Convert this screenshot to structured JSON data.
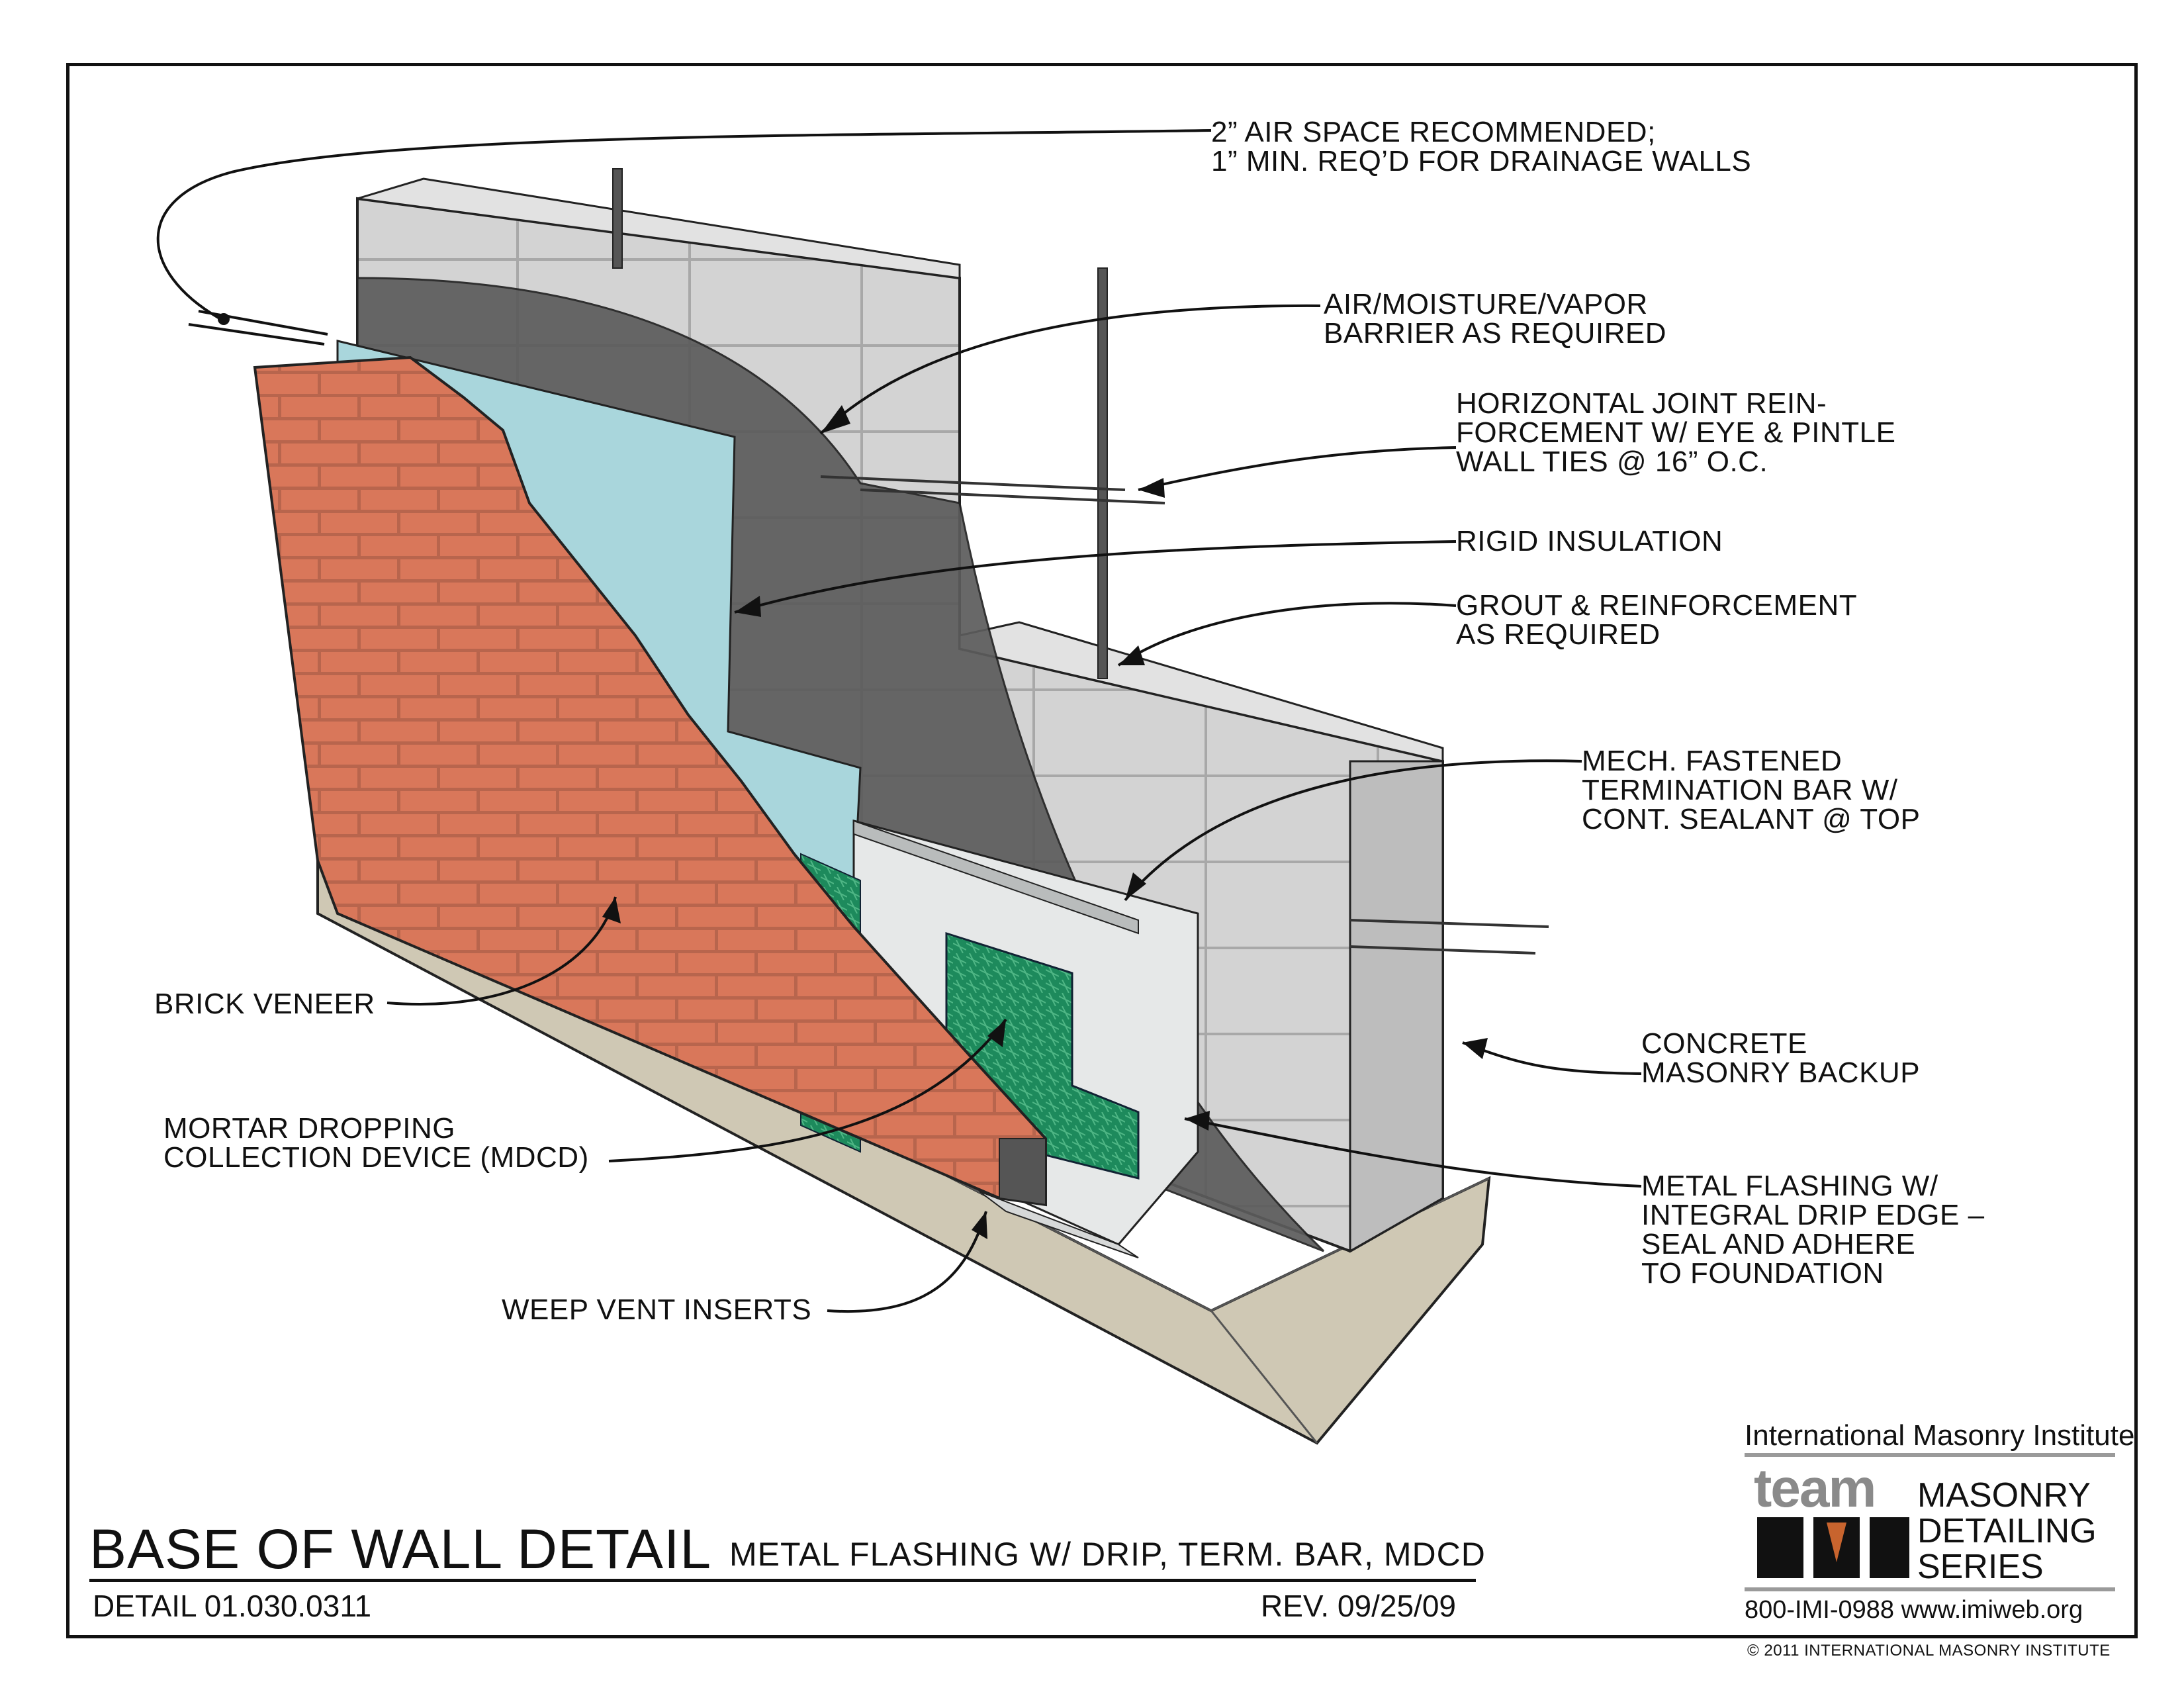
{
  "labels": {
    "air_space": "2” AIR SPACE RECOMMENDED;\n1” MIN. REQ’D FOR DRAINAGE WALLS",
    "barrier": "AIR/MOISTURE/VAPOR\nBARRIER AS REQUIRED",
    "joint_reinforcement": "HORIZONTAL JOINT REIN-\nFORCEMENT W/ EYE & PINTLE\nWALL TIES @ 16” O.C.",
    "rigid_insulation": "RIGID INSULATION",
    "grout": "GROUT & REINFORCEMENT\nAS REQUIRED",
    "termination_bar": "MECH. FASTENED\nTERMINATION BAR W/\nCONT. SEALANT @ TOP",
    "brick_veneer": "BRICK VENEER",
    "concrete_backup": "CONCRETE\nMASONRY BACKUP",
    "mdcd": "MORTAR DROPPING\nCOLLECTION DEVICE (MDCD)",
    "metal_flashing": "METAL FLASHING W/\nINTEGRAL DRIP EDGE –\nSEAL AND ADHERE\nTO FOUNDATION",
    "weep_vent": "WEEP VENT INSERTS"
  },
  "title_block": {
    "title": "BASE OF WALL DETAIL",
    "subtitle": "METAL FLASHING W/ DRIP, TERM. BAR, MDCD",
    "detail_number": "DETAIL 01.030.0311",
    "revision": "REV. 09/25/09"
  },
  "logo": {
    "organization": "International Masonry Institute",
    "team_word": "team",
    "series": "MASONRY\nDETAILING\nSERIES",
    "contact": "800-IMI-0988  www.imiweb.org",
    "copyright": "© 2011 INTERNATIONAL  MASONRY INSTITUTE"
  },
  "colors": {
    "brick": "#d9775a",
    "cmu": "#d2d2d2",
    "insulation": "#a9d6dc",
    "barrier": "#5a5a5a",
    "mdcd": "#1e8a5e",
    "foundation": "#cfc8b4",
    "flashing": "#e4e6e6"
  }
}
